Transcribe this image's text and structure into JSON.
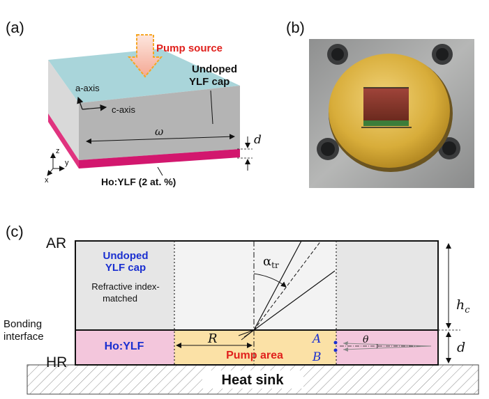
{
  "panels": {
    "a": {
      "label": "(a)",
      "pump_source": "Pump source",
      "cap_label_line1": "Undoped",
      "cap_label_line2": "YLF cap",
      "a_axis": "a-axis",
      "c_axis": "c-axis",
      "omega": "ω",
      "d": "d",
      "doped_label": "Ho:YLF (2 at. %)",
      "axes": {
        "z": "z",
        "y": "y",
        "x": "x"
      }
    },
    "b": {
      "label": "(b)"
    },
    "c": {
      "label": "(c)",
      "ar": "AR",
      "hr": "HR",
      "bonding_line1": "Bonding",
      "bonding_line2": "interface",
      "cap_title_line1": "Undoped",
      "cap_title_line2": "YLF cap",
      "refractive_line1": "Refractive index-",
      "refractive_line2": "matched",
      "ho_ylf": "Ho:YLF",
      "alpha": "α",
      "alpha_sub": "tr",
      "R": "R",
      "pump_area": "Pump area",
      "A": "A",
      "B": "B",
      "theta": "θ",
      "hc": "h",
      "hc_sub": "c",
      "d": "d",
      "heat_sink": "Heat sink"
    }
  },
  "colors": {
    "cap_top": "#a9d5da",
    "cap_front": "#b4b4b4",
    "cap_side": "#d6d6d6",
    "doped_magenta": "#d2176e",
    "pump_red": "#e0201c",
    "pump_arrow": "#f6b2a4",
    "pump_dash": "#f5a623",
    "cap_fill_c": "#e6e6e6",
    "ho_pink": "#f3c6dc",
    "pump_yellow": "#fbe1a6",
    "label_blue": "#1a2fd0",
    "beam_gray": "#888888"
  }
}
